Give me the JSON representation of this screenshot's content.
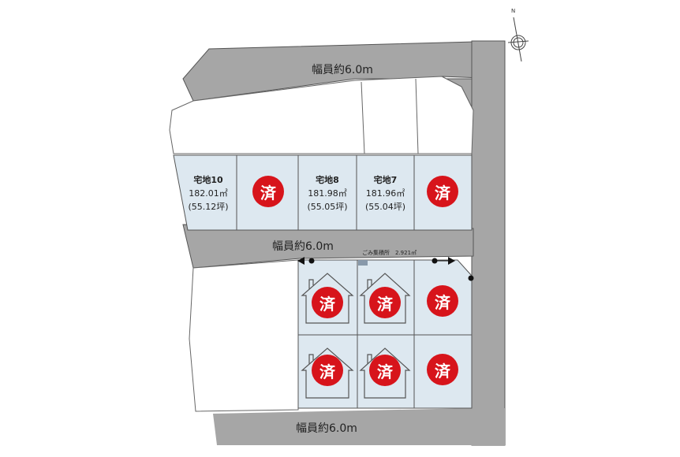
{
  "roads": {
    "top": "幅員約6.0m",
    "middle": "幅員約6.0m",
    "bottom": "幅員約6.0m"
  },
  "lots": [
    {
      "name": "宅地10",
      "area": "182.01㎡",
      "tsubo": "(55.12坪)"
    },
    {
      "name": "宅地8",
      "area": "181.98㎡",
      "tsubo": "(55.05坪)"
    },
    {
      "name": "宅地7",
      "area": "181.96㎡",
      "tsubo": "(55.04坪)"
    }
  ],
  "sold_mark": "済",
  "garbage_station": "ごみ集積所　2.921㎡",
  "north_label": "N",
  "colors": {
    "road": "#a6a6a6",
    "lot": "#dde8f0",
    "sold": "#d7141b"
  }
}
